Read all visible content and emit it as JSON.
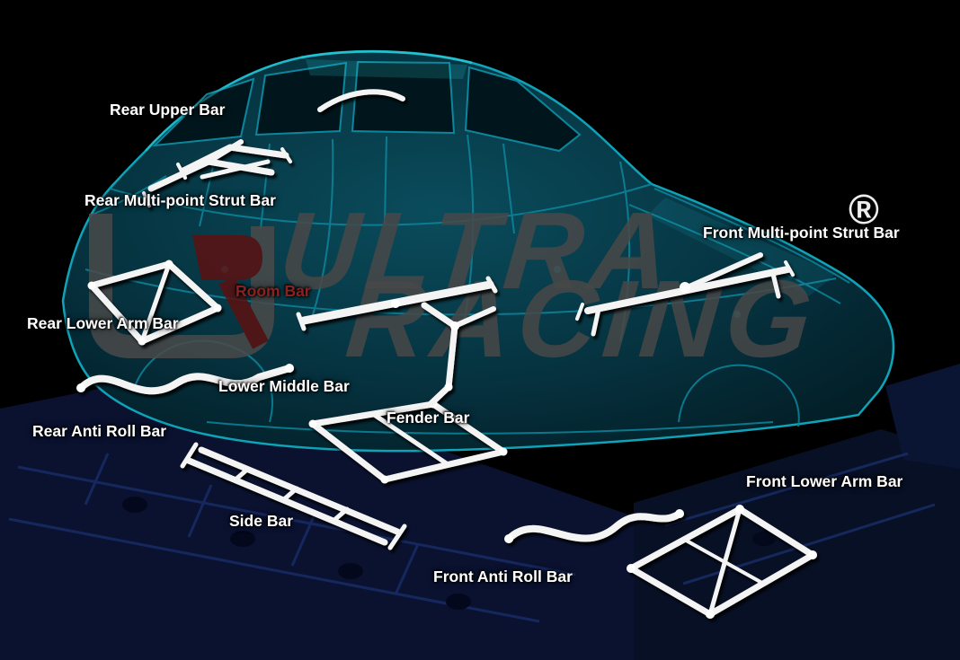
{
  "watermark": {
    "brand_line1": "ULTRA",
    "brand_line2": "RACING",
    "registered": "®",
    "logo": "UR"
  },
  "colors": {
    "background": "#000000",
    "label_text": "#ffffff",
    "room_bar_label": "#8b2222",
    "car_teal": "#0fa3b8",
    "bar_white": "#f4f4f4",
    "platform_navy": "#0a1230",
    "watermark_gray": "#484848"
  },
  "labels": {
    "rear_upper_bar": "Rear Upper Bar",
    "rear_multi_point_strut_bar": "Rear Multi-point Strut Bar",
    "room_bar": "Room Bar",
    "rear_lower_arm_bar": "Rear Lower Arm Bar",
    "lower_middle_bar": "Lower Middle Bar",
    "rear_anti_roll_bar": "Rear Anti Roll Bar",
    "fender_bar": "Fender Bar",
    "side_bar": "Side Bar",
    "front_anti_roll_bar": "Front Anti Roll Bar",
    "front_multi_point_strut_bar": "Front Multi-point Strut Bar",
    "front_lower_arm_bar": "Front Lower Arm Bar"
  }
}
